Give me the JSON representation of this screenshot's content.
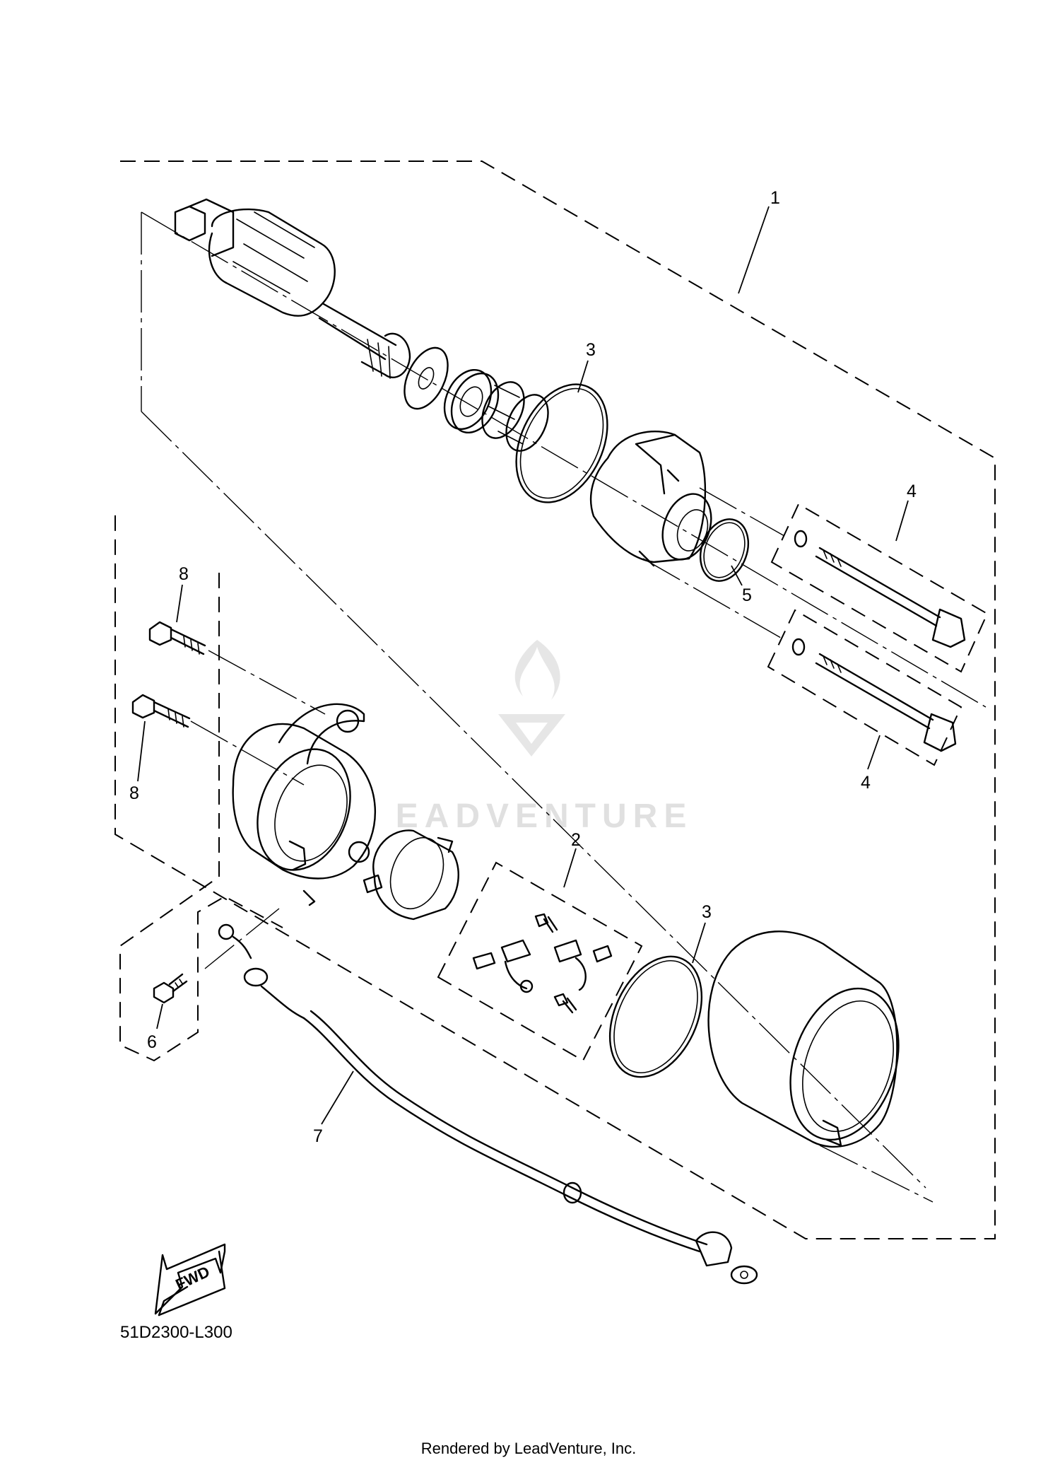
{
  "diagram": {
    "title": "",
    "part_callouts": [
      "1",
      "2",
      "3",
      "3",
      "4",
      "4",
      "5",
      "6",
      "7",
      "8",
      "8"
    ],
    "parts": [
      {
        "number": "1",
        "description": "",
        "callouts_visible": 1
      },
      {
        "number": "2",
        "description": "",
        "callouts_visible": 1
      },
      {
        "number": "3",
        "description": "",
        "callouts_visible": 2
      },
      {
        "number": "4",
        "description": "",
        "callouts_visible": 2
      },
      {
        "number": "5",
        "description": "",
        "callouts_visible": 1
      },
      {
        "number": "6",
        "description": "",
        "callouts_visible": 1
      },
      {
        "number": "7",
        "description": "",
        "callouts_visible": 1
      },
      {
        "number": "8",
        "description": "",
        "callouts_visible": 2
      }
    ],
    "direction_label": "FWD",
    "drawing_code": "51D2300-L300"
  },
  "watermark": {
    "text": "EADVENTURE",
    "color": "#c8c8c8"
  },
  "footer": {
    "credit": "Rendered by LeadVenture, Inc."
  },
  "colors": {
    "background": "#ffffff",
    "line": "#000000"
  }
}
